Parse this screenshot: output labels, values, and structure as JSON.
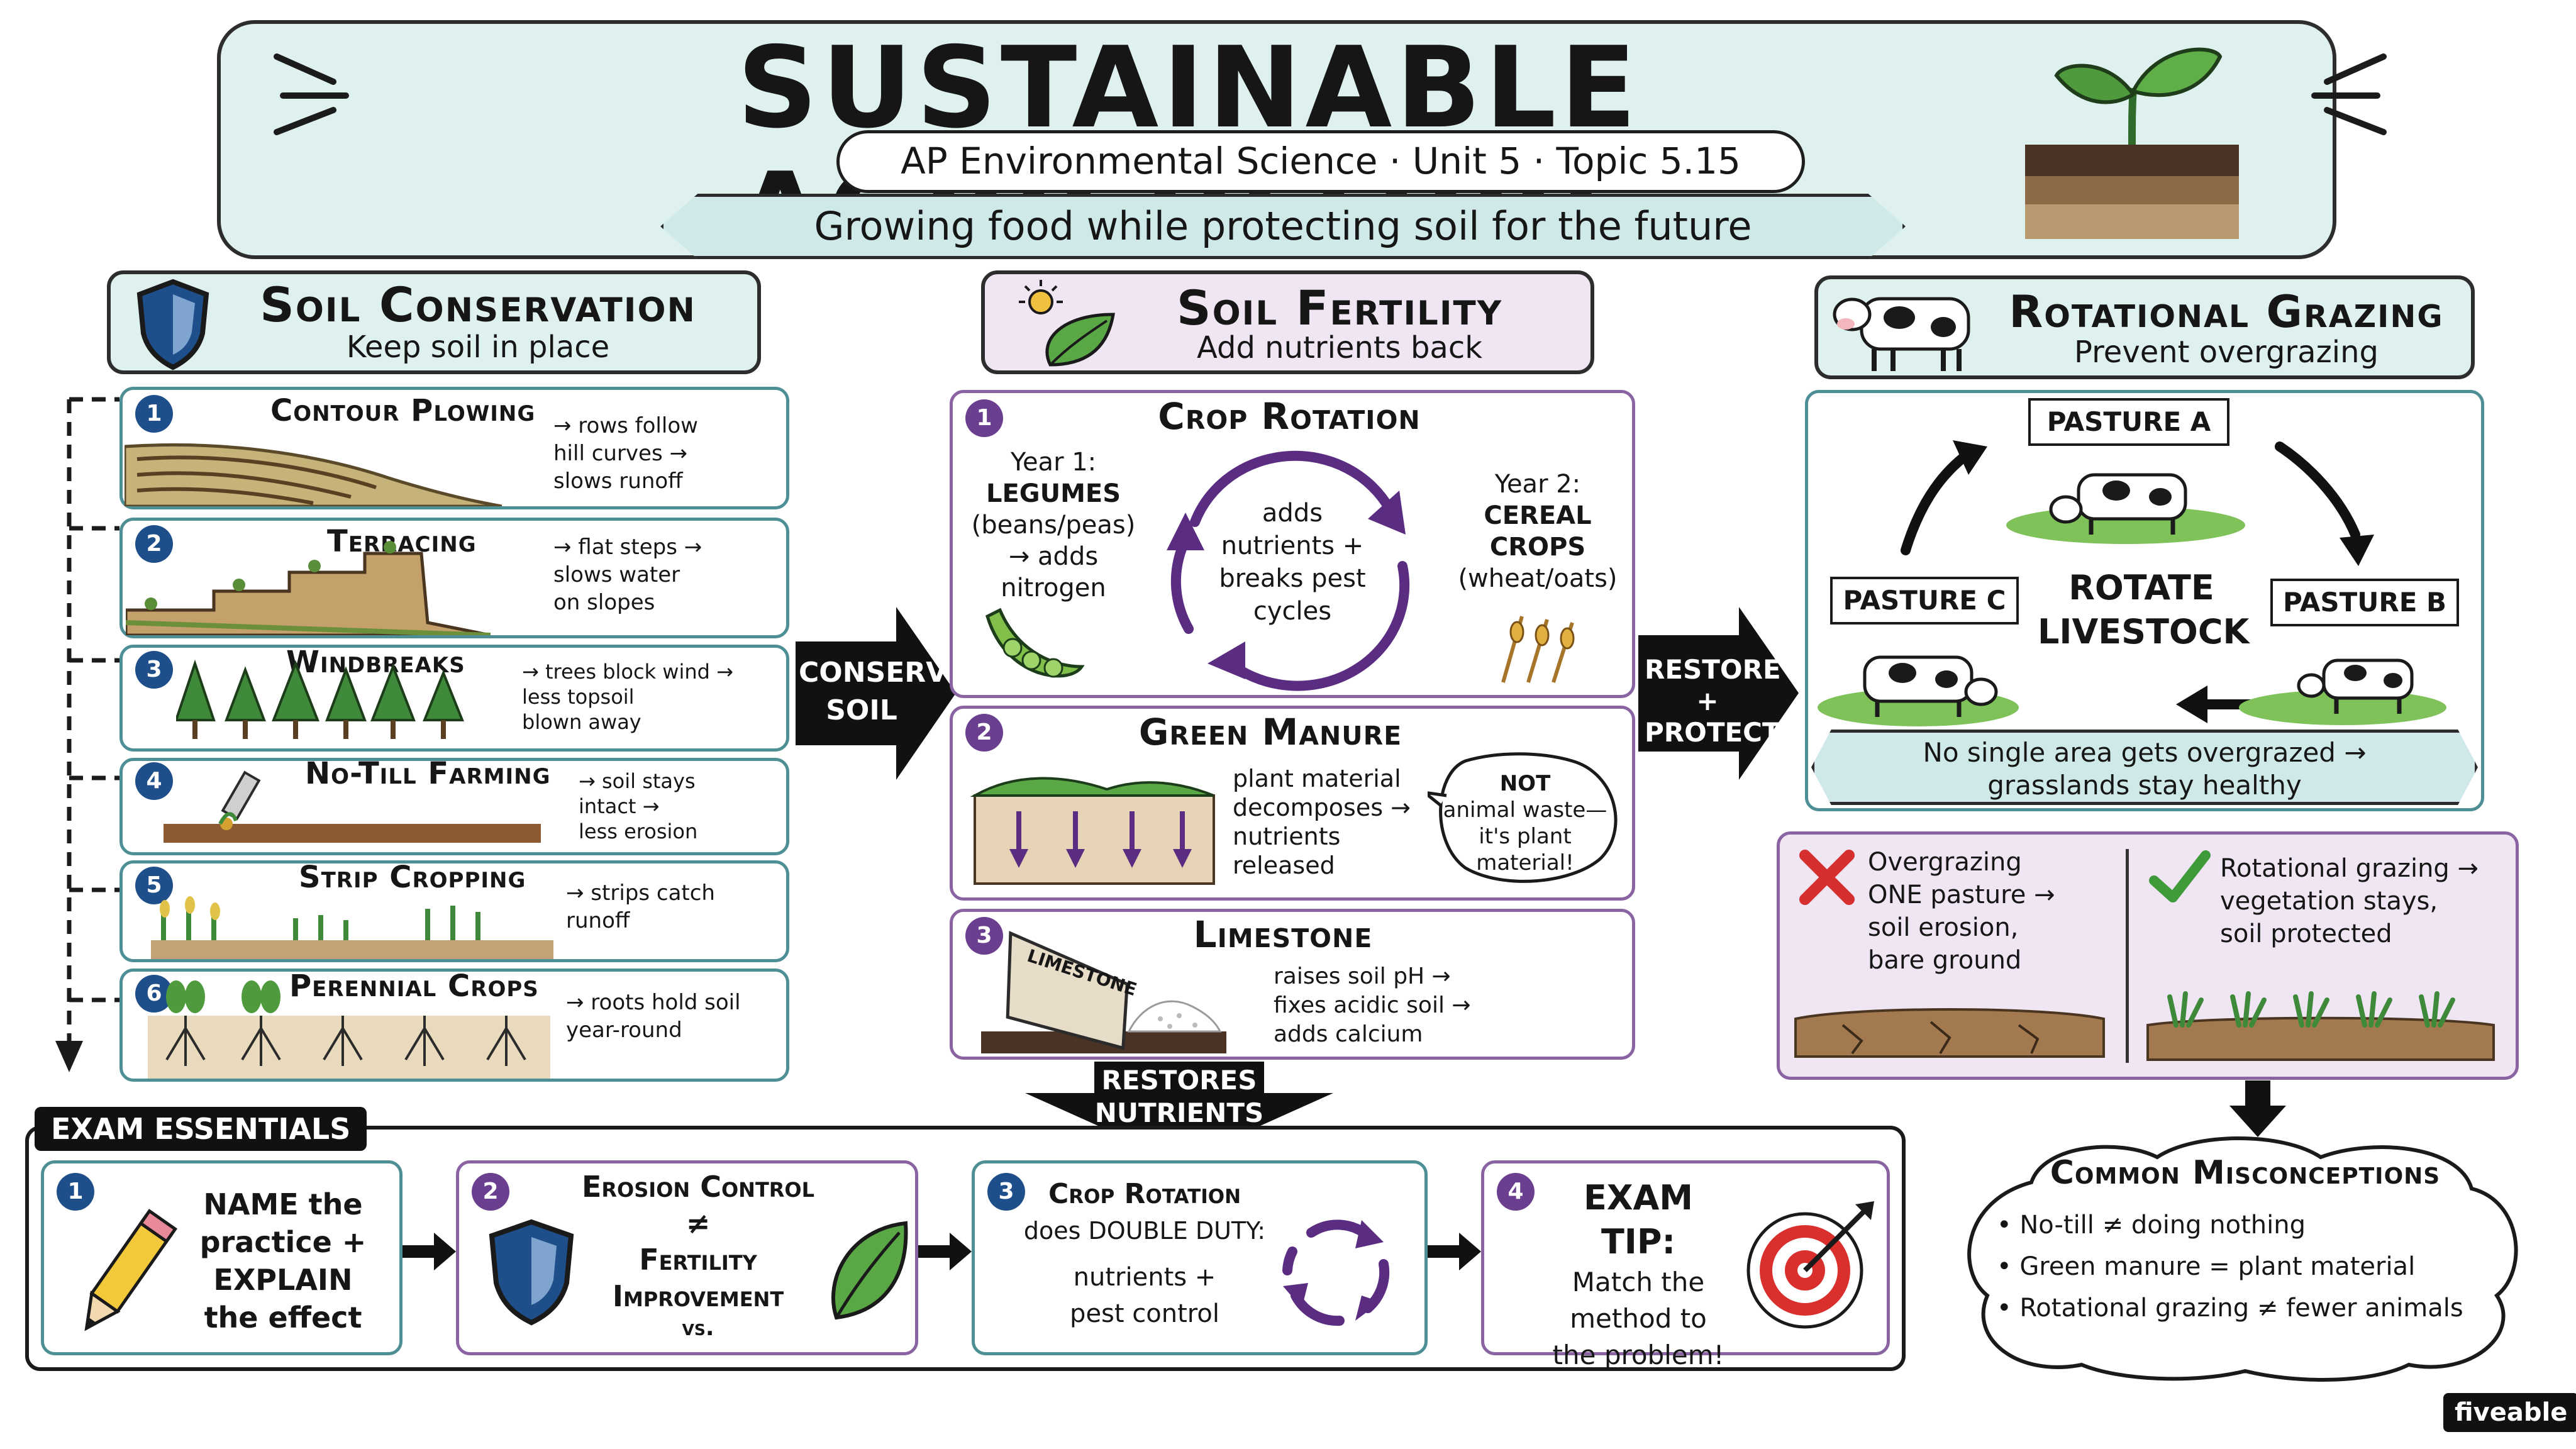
{
  "header": {
    "title": "SUSTAINABLE AGRICULTURE",
    "course": "AP Environmental Science · Unit 5 · Topic 5.15",
    "tagline": "Growing food while protecting soil for the future"
  },
  "conservation": {
    "title": "Soil Conservation",
    "subtitle": "Keep soil in place",
    "items": [
      {
        "num": "1",
        "title": "Contour Plowing",
        "note": [
          "→ rows follow",
          "hill curves →",
          "slows runoff"
        ]
      },
      {
        "num": "2",
        "title": "Terracing",
        "note": [
          "→ flat steps →",
          "slows water",
          "on slopes"
        ]
      },
      {
        "num": "3",
        "title": "Windbreaks",
        "note": [
          "→ trees block wind →",
          "less topsoil",
          "blown away"
        ]
      },
      {
        "num": "4",
        "title": "No-Till Farming",
        "note": [
          "→ soil stays",
          "intact →",
          "less erosion"
        ]
      },
      {
        "num": "5",
        "title": "Strip Cropping",
        "note": [
          "→ strips catch",
          "runoff"
        ]
      },
      {
        "num": "6",
        "title": "Perennial Crops",
        "note": [
          "→ roots hold soil",
          "year-round"
        ]
      }
    ]
  },
  "arrow1": [
    "CONSERVE",
    "SOIL"
  ],
  "fertility": {
    "title": "Soil Fertility",
    "subtitle": "Add nutrients back",
    "rotation": {
      "num": "1",
      "title": "Crop Rotation",
      "year1": [
        "Year 1:",
        "LEGUMES",
        "(beans/peas)",
        "→ adds",
        "nitrogen"
      ],
      "center": [
        "adds",
        "nutrients +",
        "breaks pest",
        "cycles"
      ],
      "year2": [
        "Year 2:",
        "CEREAL",
        "CROPS",
        "(wheat/oats)"
      ]
    },
    "manure": {
      "num": "2",
      "title": "Green Manure",
      "note": [
        "plant material",
        "decomposes →",
        "nutrients",
        "released"
      ],
      "bubble": [
        "NOT",
        "animal waste—",
        "it's plant",
        "material!"
      ]
    },
    "limestone": {
      "num": "3",
      "title": "Limestone",
      "bag_label": "LIMESTONE",
      "note": [
        "raises soil pH →",
        "fixes acidic soil →",
        "adds calcium"
      ]
    }
  },
  "arrow2": [
    "RESTORE",
    "+",
    "PROTECT"
  ],
  "arrow3": [
    "RESTORES",
    "NUTRIENTS"
  ],
  "grazing": {
    "title": "Rotational Grazing",
    "subtitle": "Prevent overgrazing",
    "pasture_a": "PASTURE A",
    "pasture_b": "PASTURE B",
    "pasture_c": "PASTURE C",
    "center": [
      "ROTATE",
      "LIVESTOCK"
    ],
    "banner": [
      "No single area gets overgrazed →",
      "grasslands stay healthy"
    ],
    "bad": [
      "Overgrazing",
      "ONE pasture →",
      "soil erosion,",
      "bare ground"
    ],
    "good": [
      "Rotational grazing →",
      "vegetation stays,",
      "soil protected"
    ]
  },
  "exam": {
    "label": "EXAM ESSENTIALS",
    "cards": [
      {
        "num": "1",
        "lines": [
          "NAME the",
          "practice +",
          "EXPLAIN",
          "the effect"
        ]
      },
      {
        "num": "2",
        "lines": [
          "Erosion Control",
          "≠",
          "Fertility",
          "Improvement",
          "vs."
        ]
      },
      {
        "num": "3",
        "lines": [
          "Crop Rotation",
          "does DOUBLE DUTY:",
          "nutrients +",
          "pest control"
        ]
      },
      {
        "num": "4",
        "lines": [
          "EXAM TIP:",
          "Match the",
          "method to",
          "the problem!"
        ]
      }
    ]
  },
  "misconceptions": {
    "title": "Common Misconceptions",
    "items": [
      "No-till ≠ doing nothing",
      "Green manure = plant material",
      "Rotational grazing ≠ fewer animals"
    ]
  },
  "brand": "fiveable",
  "colors": {
    "teal": "#dff1ef",
    "lilac": "#efe5f3",
    "navy": "#1f4f8a",
    "purple": "#6b3f8f"
  }
}
